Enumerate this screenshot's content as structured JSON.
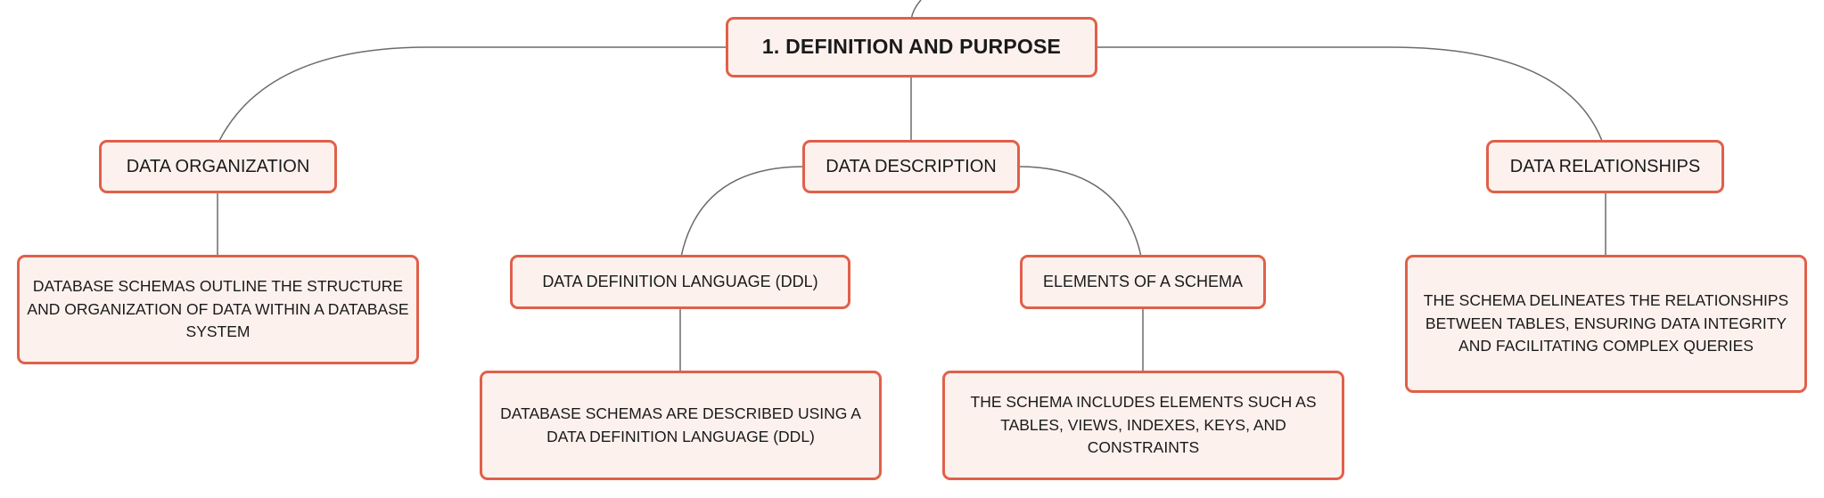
{
  "colors": {
    "node_fill": "#fdf1ed",
    "node_border": "#e0604a",
    "connector": "#6b6b6b",
    "text": "#1a1a1a"
  },
  "mindmap": {
    "root": {
      "label": "1. DEFINITION AND PURPOSE"
    },
    "organization": {
      "label": "DATA ORGANIZATION",
      "detail": "DATABASE SCHEMAS OUTLINE THE STRUCTURE AND ORGANIZATION OF DATA WITHIN A DATABASE SYSTEM"
    },
    "description": {
      "label": "DATA DESCRIPTION",
      "ddl": {
        "label": "DATA DEFINITION LANGUAGE (DDL)",
        "detail": "DATABASE SCHEMAS ARE DESCRIBED USING A DATA DEFINITION LANGUAGE (DDL)"
      },
      "elements": {
        "label": "ELEMENTS OF A SCHEMA",
        "detail": "THE SCHEMA INCLUDES ELEMENTS SUCH AS TABLES, VIEWS, INDEXES, KEYS, AND CONSTRAINTS"
      }
    },
    "relationships": {
      "label": "DATA RELATIONSHIPS",
      "detail": "THE SCHEMA DELINEATES THE RELATIONSHIPS BETWEEN TABLES, ENSURING DATA INTEGRITY AND FACILITATING COMPLEX QUERIES"
    }
  }
}
